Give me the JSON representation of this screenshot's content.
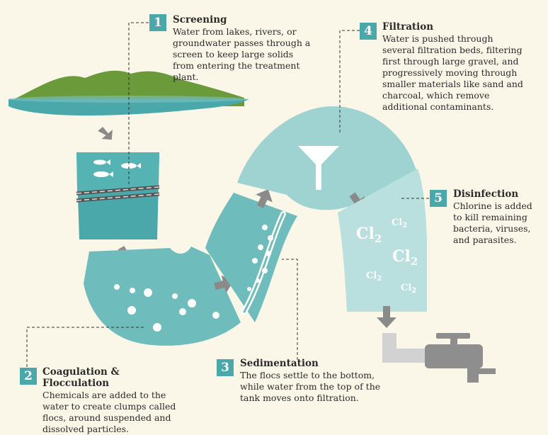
{
  "steps": [
    {
      "number": "1",
      "title": "Screening",
      "text": "Water from lakes, rivers, or groundwater passes through a screen to keep large solids from entering the treatment plant."
    },
    {
      "number": "2",
      "title": "Coagulation & Flocculation",
      "text": "Chemicals are added to the water to create clumps called flocs, around suspended and dissolved particles."
    },
    {
      "number": "3",
      "title": "Sedimentation",
      "text": "The flocs settle to the bottom, while water from the top of the tank moves onto filtration."
    },
    {
      "number": "4",
      "title": "Filtration",
      "text": "Water is pushed through several filtration beds, filtering first through large gravel, and progressively moving through smaller materials like sand and charcoal, which remove additional contaminants."
    },
    {
      "number": "5",
      "title": "Disinfection",
      "text": "Chlorine is added to kill remaining bacteria, viruses, and parasites."
    }
  ],
  "chlorine_label": "Cl",
  "chlorine_subscript": "2",
  "colors": {
    "water_dark": "#4aa8aa",
    "water_mid": "#6fbcbc",
    "water_light": "#9fd3d2",
    "water_pale": "#b9dfdf",
    "land": "#6b9a3a",
    "badge": "#4aa8aa",
    "arrow": "#8a8a8a",
    "faucet": "#8e8e8e",
    "background": "#faf7e9"
  }
}
